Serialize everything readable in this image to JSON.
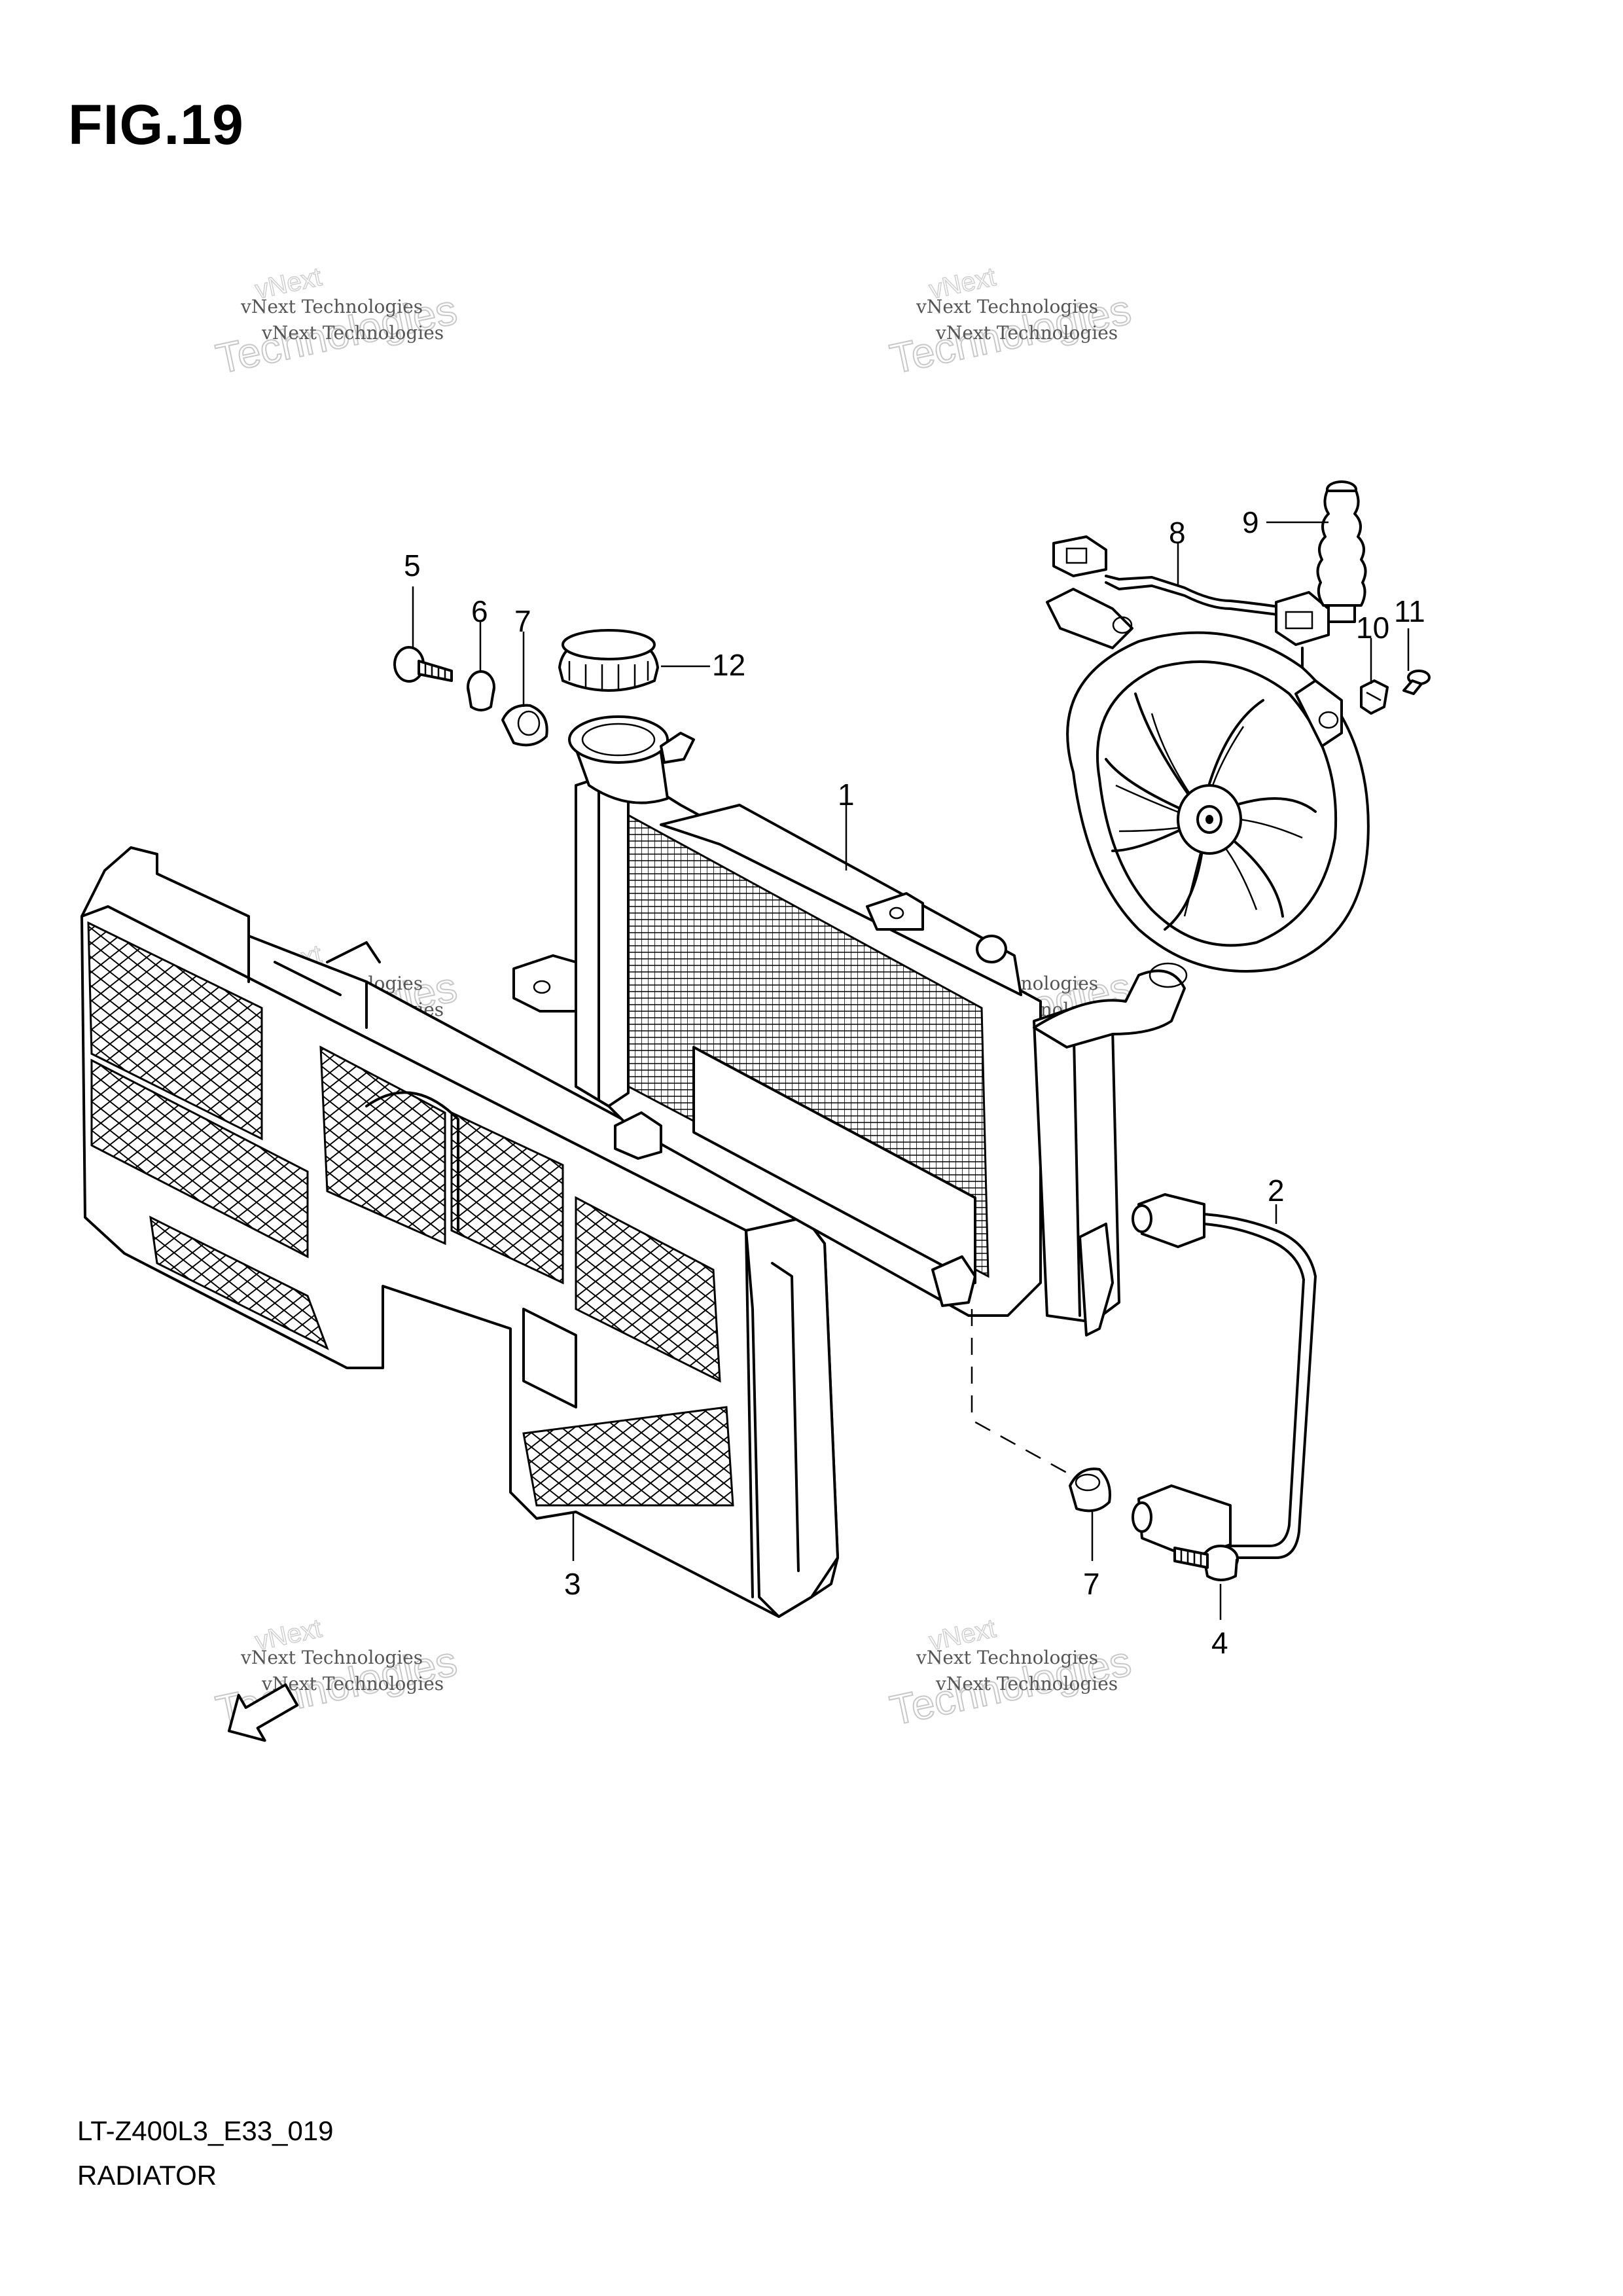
{
  "figure": {
    "title": "FIG.19",
    "code": "LT-Z400L3_E33_019",
    "name": "RADIATOR"
  },
  "callouts": [
    "1",
    "2",
    "3",
    "4",
    "5",
    "6",
    "7",
    "7",
    "8",
    "9",
    "10",
    "11",
    "12"
  ],
  "watermark": {
    "line1": "vNext Technologies",
    "line2": "vNext",
    "line3": "Technologies"
  },
  "orientation": {
    "fwd_label": "FWD"
  },
  "colors": {
    "line": "#000000",
    "background": "#ffffff",
    "watermark": "#c8c8c8"
  }
}
